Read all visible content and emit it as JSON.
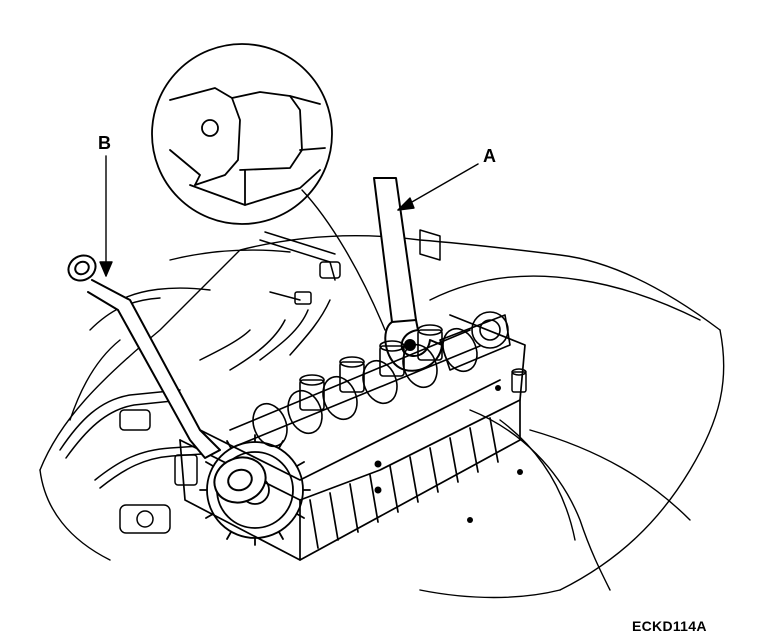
{
  "figure": {
    "callouts": {
      "a": "A",
      "b": "B"
    },
    "code": "ECKD114A"
  },
  "colors": {
    "ink": "#000000",
    "paper": "#ffffff"
  },
  "icons": {
    "wrench_a": "open-end-wrench-icon",
    "wrench_b": "ring-spanner-icon"
  }
}
